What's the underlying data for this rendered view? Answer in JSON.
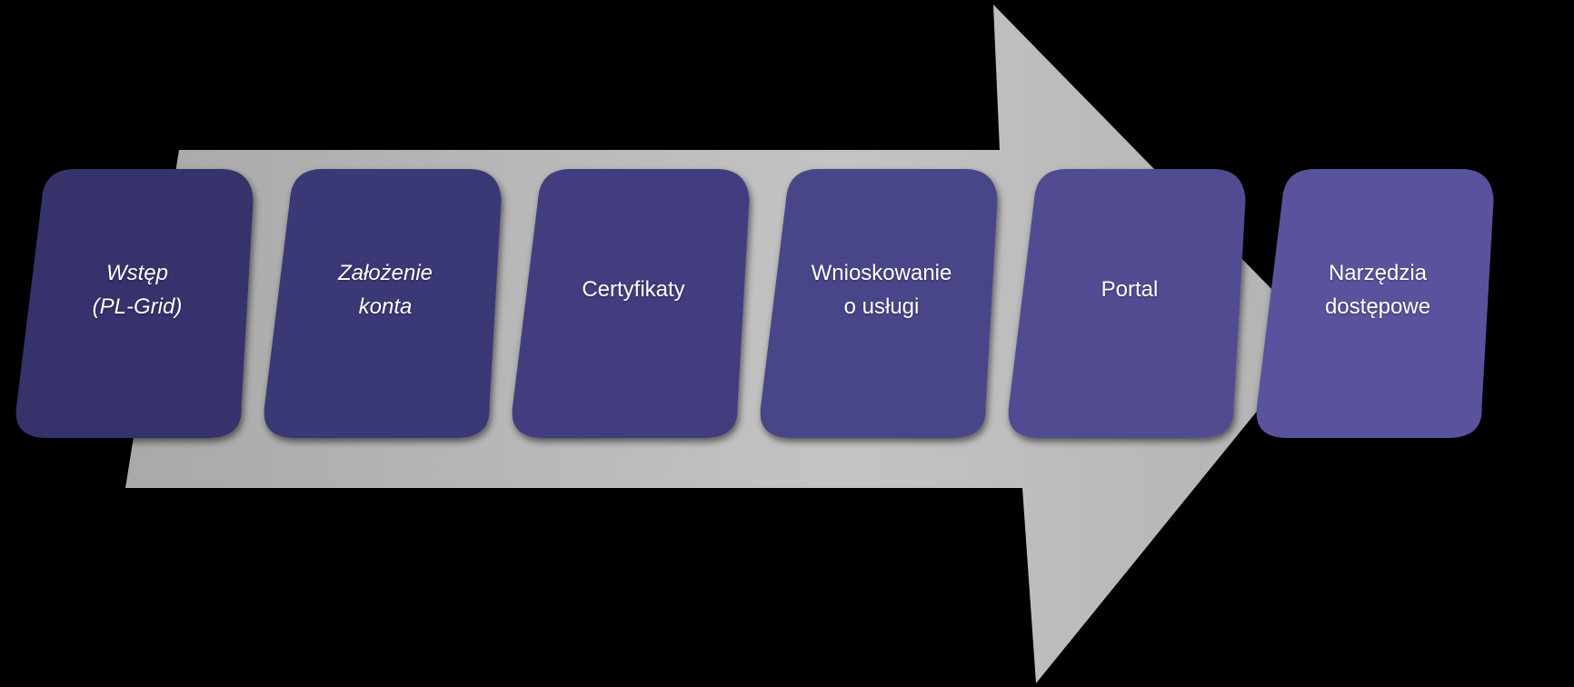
{
  "steps": [
    {
      "label": "Wstęp\n(PL-Grid)",
      "italic": true
    },
    {
      "label": "Założenie\nkonta",
      "italic": true
    },
    {
      "label": "Certyfikaty",
      "italic": false
    },
    {
      "label": "Wnioskowanie\no usługi",
      "italic": false
    },
    {
      "label": "Portal",
      "italic": false
    },
    {
      "label": "Narzędzia\ndostępowe",
      "italic": false
    }
  ],
  "colors": {
    "background": "#000000",
    "arrow": "#c3c3c3",
    "box_dark": "#34306c",
    "box_light": "#58539c",
    "text": "#ffffff"
  }
}
